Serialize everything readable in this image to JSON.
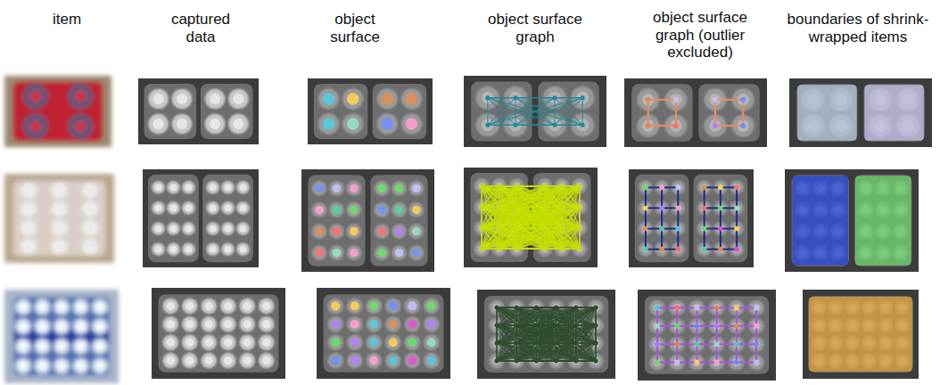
{
  "diagram": {
    "labels": [
      "item",
      "captured data",
      "object surface",
      "object surface graph",
      "object surface graph (outlier excluded)",
      "boundaries of shrink-wrapped items"
    ]
  }
}
